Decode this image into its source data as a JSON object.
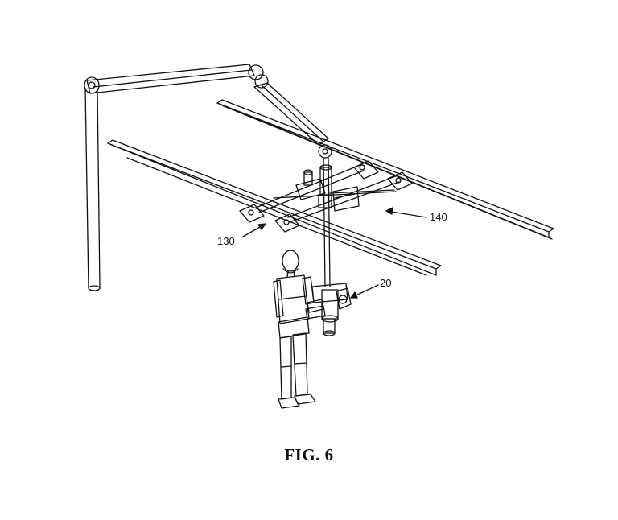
{
  "figure": {
    "caption": "FIG. 6",
    "labels": {
      "ref_140": "140",
      "ref_130": "130",
      "ref_20": "20"
    }
  },
  "colors": {
    "ink": "#111111",
    "paper": "#ffffff"
  }
}
